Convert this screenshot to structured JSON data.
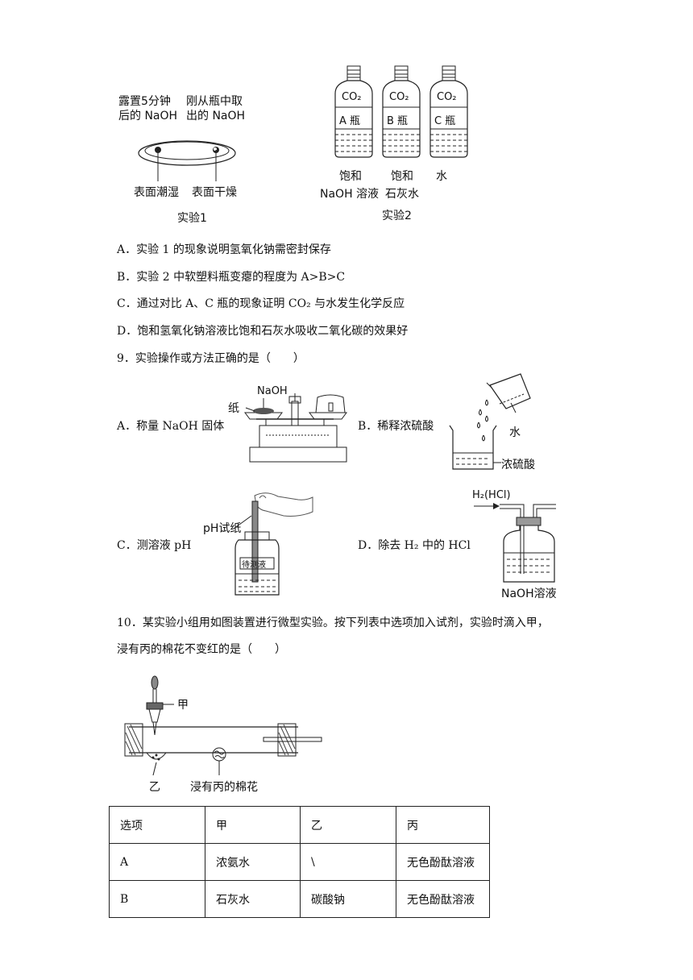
{
  "exp1": {
    "label_left": "露置5分钟后的 NaOH",
    "label_left_l1": "露置5分钟",
    "label_left_l2": "后的 NaOH",
    "label_right_l1": "刚从瓶中取",
    "label_right_l2": "出的 NaOH",
    "note_left": "表面潮湿",
    "note_right": "表面干燥",
    "caption": "实验1"
  },
  "exp2": {
    "bottles": [
      {
        "gas": "CO₂",
        "name": "A 瓶",
        "liquid_l1": "饱和",
        "liquid_l2": "NaOH 溶液"
      },
      {
        "gas": "CO₂",
        "name": "B 瓶",
        "liquid_l1": "饱和",
        "liquid_l2": "石灰水"
      },
      {
        "gas": "CO₂",
        "name": "C 瓶",
        "liquid_l1": "水",
        "liquid_l2": ""
      }
    ],
    "caption": "实验2"
  },
  "q8_options": [
    "A．实验 1 的现象说明氢氧化钠需密封保存",
    "B．实验 2 中软塑料瓶变瘪的程度为 A>B>C",
    "C．通过对比 A、C 瓶的现象证明 CO₂ 与水发生化学反应",
    "D．饱和氢氧化钠溶液比饱和石灰水吸收二氧化碳的效果好"
  ],
  "q9": {
    "stem": "9．实验操作或方法正确的是（　　）",
    "A": {
      "text": "A．称量 NaOH 固体",
      "label_naoh": "NaOH",
      "label_paper": "纸"
    },
    "B": {
      "text": "B．稀释浓硫酸",
      "label_water": "水",
      "label_acid": "浓硫酸"
    },
    "C": {
      "text": "C．测溶液 pH",
      "label_paper": "pH试纸",
      "label_bottle": "待测液"
    },
    "D": {
      "text": "D．除去 H₂ 中的 HCl",
      "label_gas": "H₂(HCl)",
      "label_solution": "NaOH溶液"
    }
  },
  "q10": {
    "stem_l1": "10．某实验小组用如图装置进行微型实验。按下列表中选项加入试剂，实验时滴入甲，",
    "stem_l2": "浸有丙的棉花不变红的是（　　）",
    "label_jia": "甲",
    "label_yi": "乙",
    "label_cotton": "浸有丙的棉花"
  },
  "table": {
    "header": [
      "选项",
      "甲",
      "乙",
      "丙"
    ],
    "rows": [
      [
        "A",
        "浓氨水",
        "\\",
        "无色酚酞溶液"
      ],
      [
        "B",
        "石灰水",
        "碳酸钠",
        "无色酚酞溶液"
      ]
    ]
  }
}
